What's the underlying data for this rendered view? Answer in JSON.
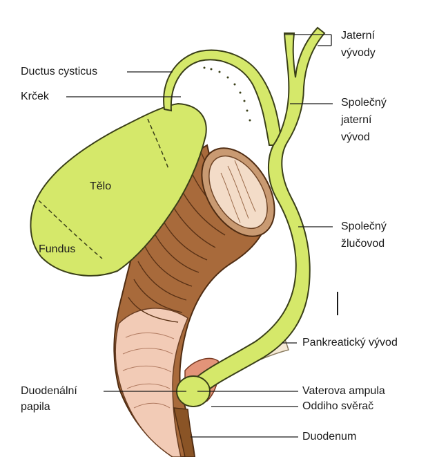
{
  "colors": {
    "bile_green": "#d5e86a",
    "bile_outline": "#3a3f18",
    "duodenum_brown": "#a56a3a",
    "duodenum_dark": "#6e3e1c",
    "mucosa_pink": "#f1cbb7",
    "pancreatic_duct": "#f6ead6",
    "sphincter_pink": "#e2957a"
  },
  "labels": {
    "ductus_cysticus": "Ductus cysticus",
    "krcek": "Krček",
    "telo": "Tělo",
    "fundus": "Fundus",
    "jaterni_vyvody_1": "Jaterní",
    "jaterni_vyvody_2": "vývody",
    "spolecny_jaterni_1": "Společný",
    "spolecny_jaterni_2": "jaterní",
    "spolecny_jaterni_3": "vývod",
    "spolecny_zlucovod_1": "Společný",
    "spolecny_zlucovod_2": "žlučovod",
    "pankreaticky": "Pankreatický vývod",
    "vaterova": "Vaterova ampula",
    "oddiho": "Oddiho svěrač",
    "duodenum": "Duodenum",
    "duodenalni_1": "Duodenální",
    "duodenalni_2": "papila",
    "marker": "I"
  }
}
